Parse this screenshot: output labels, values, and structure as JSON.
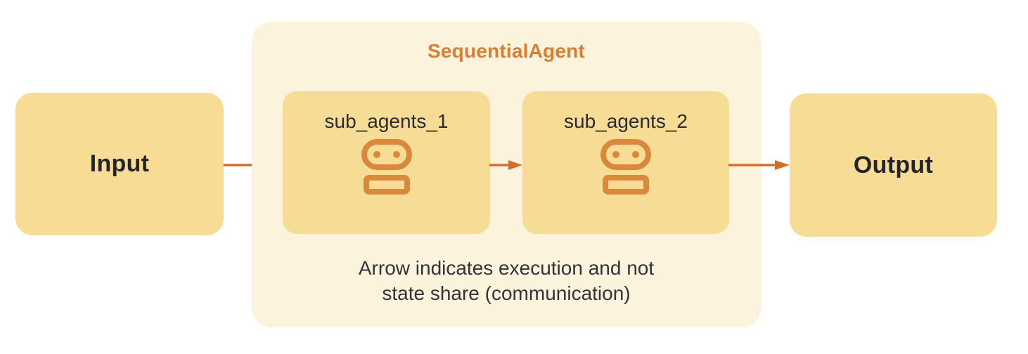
{
  "diagram": {
    "input_label": "Input",
    "output_label": "Output",
    "container": {
      "title": "SequentialAgent",
      "agents": [
        {
          "label": "sub_agents_1",
          "icon": "robot-icon"
        },
        {
          "label": "sub_agents_2",
          "icon": "robot-icon"
        }
      ],
      "caption_line1": "Arrow indicates execution and not",
      "caption_line2": "state share (communication)"
    },
    "flow": [
      "Input -> sub_agents_1",
      "sub_agents_1 -> sub_agents_2",
      "sub_agents_2 -> Output"
    ],
    "icons": {
      "agent": "robot-icon",
      "connector": "arrow-right-icon"
    },
    "colors": {
      "node_fill": "#F7DC95",
      "container_fill": "#FBF3DC",
      "title_orange": "#D97E33",
      "arrow_orange": "#D2702B",
      "icon_orange": "#D8893C",
      "text_dark": "#242529",
      "caption_text": "#333438",
      "background": "#FFFFFF"
    }
  }
}
